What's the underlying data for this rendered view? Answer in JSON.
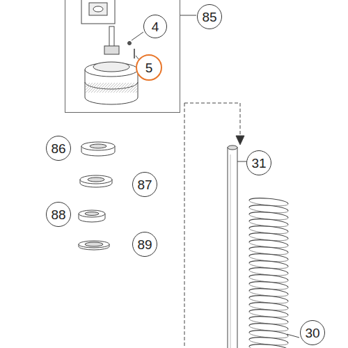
{
  "diagram": {
    "nodes": [
      {
        "text": [
          "85"
        ]
      },
      {
        "text": [
          "4"
        ],
        "in": 0
      },
      {
        "text": [
          "5"
        ],
        "in": 0
      },
      {
        "text": [
          "86"
        ]
      },
      {
        "text": [
          "87"
        ]
      },
      {
        "text": [
          "88"
        ]
      },
      {
        "text": [
          "89"
        ]
      },
      {
        "text": [
          "31"
        ]
      },
      {
        "text": [
          "30"
        ]
      }
    ]
  }
}
